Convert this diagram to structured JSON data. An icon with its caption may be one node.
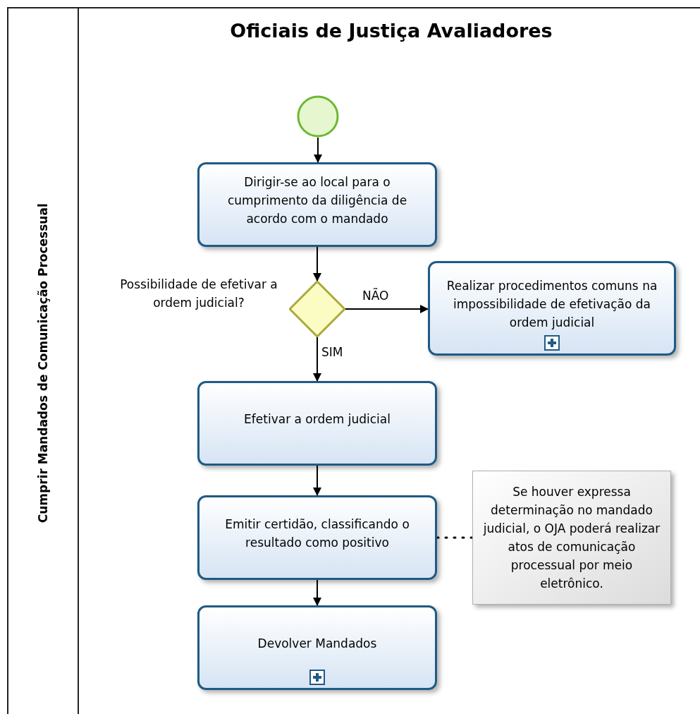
{
  "diagram": {
    "title": "Oficiais de Justiça Avaliadores",
    "nodes": [
      {
        "text": [
          "Cumprir Mandados de Comunicação Processual"
        ]
      },
      {
        "text": [],
        "shape": "circle",
        "in": 0
      },
      {
        "text": [
          "Dirigir-se ao local para o cumprimento da diligência de acordo com o mandado"
        ],
        "in": 0
      },
      {
        "text": [],
        "shape": "diamond",
        "in": 0,
        "beside": [
          "Possibilidade de efetivar a ordem judicial?"
        ]
      },
      {
        "text": [
          "Realizar procedimentos comuns na impossibilidade de efetivação da ordem judicial"
        ],
        "in": 0
      },
      {
        "text": [
          "Efetivar a ordem judicial"
        ],
        "in": 0
      },
      {
        "text": [
          "Emitir certidão, classificando o resultado como positivo"
        ],
        "in": 0
      },
      {
        "text": [
          "Se houver expressa determinação no mandado judicial, o OJA poderá realizar atos de comunicação processual por meio eletrônico."
        ],
        "in": 0
      },
      {
        "text": [
          "Devolver Mandados"
        ],
        "in": 0
      }
    ],
    "edges": [
      {
        "from": 1,
        "to": 2,
        "arrow": "to"
      },
      {
        "from": 2,
        "to": 3,
        "arrow": "to"
      },
      {
        "from": 3,
        "to": 4,
        "arrow": "to",
        "label": "NÃO"
      },
      {
        "from": 3,
        "to": 5,
        "arrow": "to",
        "label": "SIM"
      },
      {
        "from": 5,
        "to": 6,
        "arrow": "to"
      },
      {
        "from": 6,
        "to": 8,
        "arrow": "to"
      },
      {
        "from": 6,
        "to": 7,
        "arrow": "none",
        "style": "dashed"
      }
    ]
  }
}
